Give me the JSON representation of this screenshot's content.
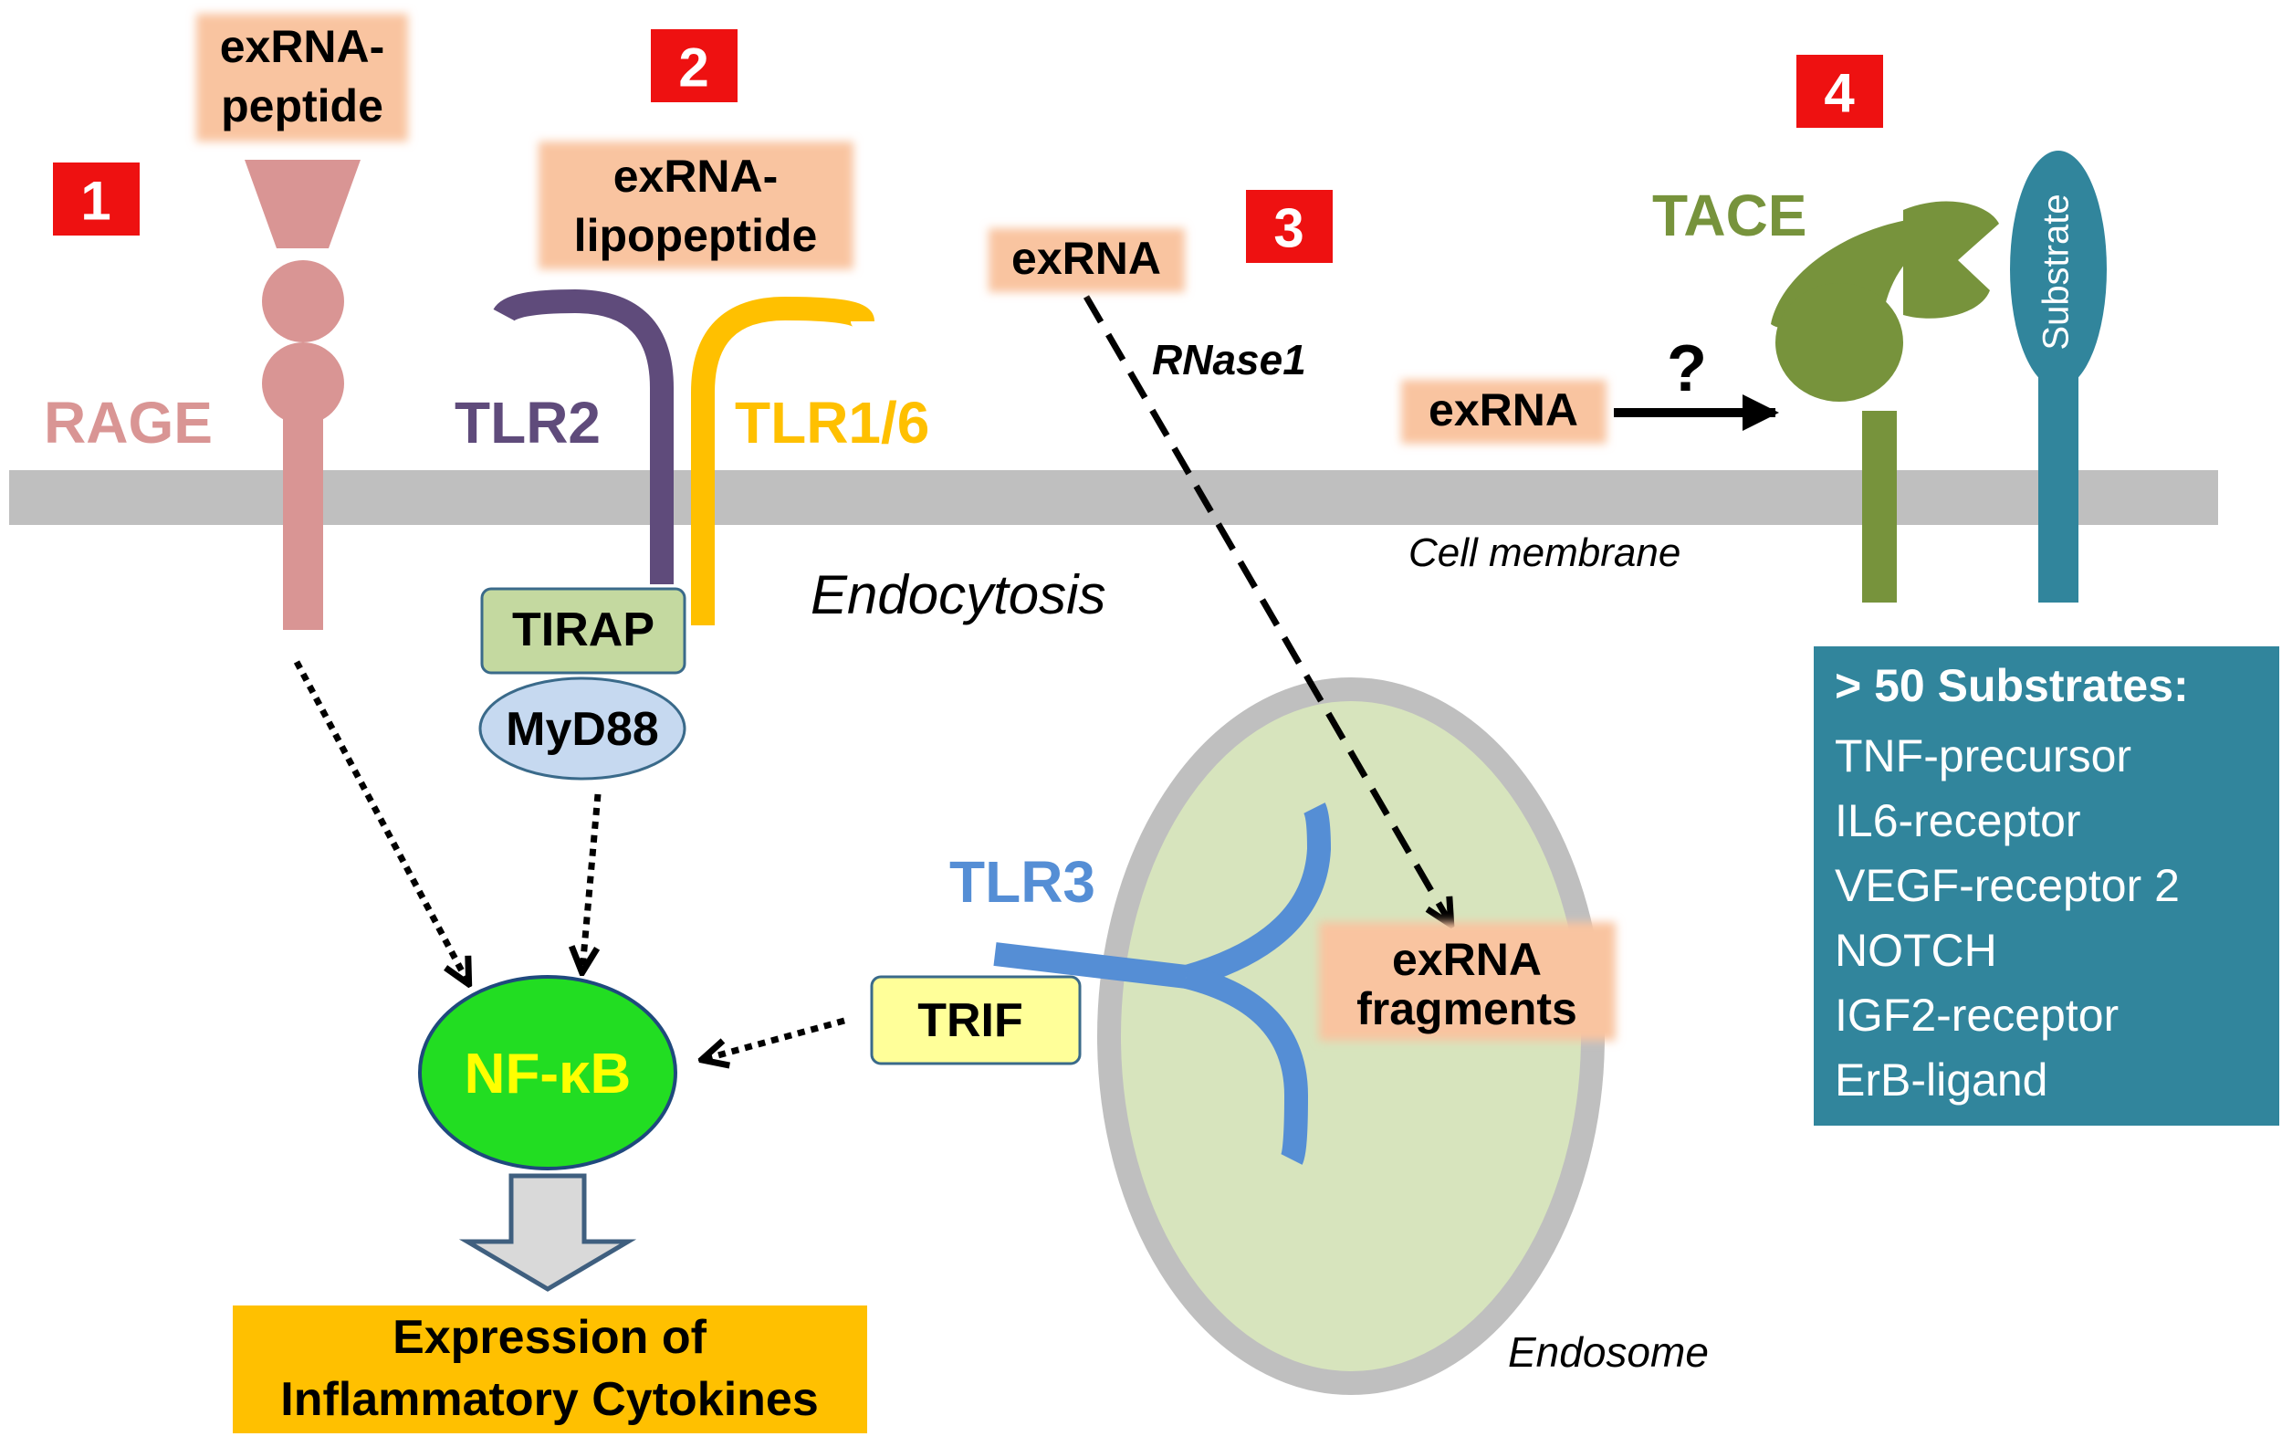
{
  "numbers": {
    "n1": "1",
    "n2": "2",
    "n3": "3",
    "n4": "4"
  },
  "labels": {
    "exrna_peptide_line1": "exRNA-",
    "exrna_peptide_line2": "peptide",
    "exrna_lipopeptide_line1": "exRNA-",
    "exrna_lipopeptide_line2": "lipopeptide",
    "exrna_3": "exRNA",
    "exrna_4": "exRNA",
    "question": "?",
    "tace": "TACE",
    "substrate": "Substrate",
    "rage": "RAGE",
    "tlr2": "TLR2",
    "tlr16": "TLR1/6",
    "rnase1": "RNase1",
    "cell_membrane": "Cell membrane",
    "endocytosis": "Endocytosis",
    "tirap": "TIRAP",
    "myd88": "MyD88",
    "tlr3": "TLR3",
    "trif": "TRIF",
    "exrna_fragments_line1": "exRNA",
    "exrna_fragments_line2": "fragments",
    "nfkb": "NF-κB",
    "expression_line1": "Expression of",
    "expression_line2": "Inflammatory Cytokines",
    "endosome": "Endosome"
  },
  "substrates_box": {
    "title": "> 50 Substrates:",
    "items": [
      "TNF-precursor",
      "IL6-receptor",
      "VEGF-receptor 2",
      "NOTCH",
      "IGF2-receptor",
      "ErB-ligand"
    ]
  },
  "colors": {
    "number_box": "#ee1111",
    "label_bg": "#f9c4a0",
    "rage": "#d99594",
    "tlr2": "#5f4b7b",
    "tlr16": "#ffc000",
    "tirap": "#c4d9a0",
    "myd88": "#c6d9f0",
    "tlr3": "#558ed5",
    "trif": "#ffff99",
    "nfkb": "#22dd22",
    "nfkb_text": "#ffff00",
    "expression_bg": "#ffc000",
    "endosome_fill": "#d7e4bd",
    "endosome_ring": "#bfbfbf",
    "membrane": "#bfbfbf",
    "tace": "#77933c",
    "substrate": "#31859c",
    "substrates_box": "#31859c"
  }
}
